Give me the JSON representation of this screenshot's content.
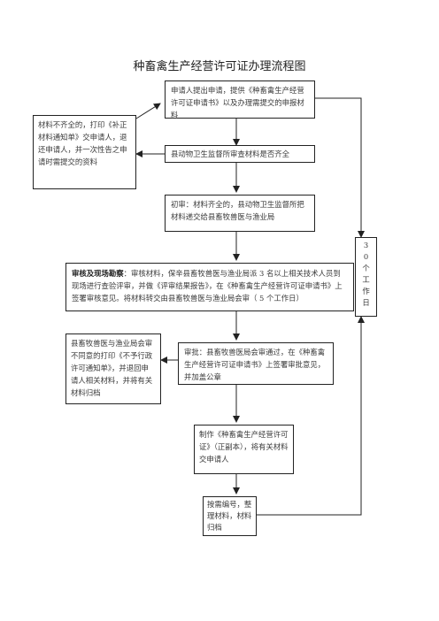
{
  "title": "种畜禽生产经营许可证办理流程图",
  "boxes": {
    "apply": "申请人提出申请，提供《种畜禽生产经营许可证申请书》以及办理需提交的申报材料",
    "incomplete": "材料不齐全的，打印《补正材料通知单》交申请人，退还申请人，并一次性告之申请时需提交的资料",
    "check": "县动物卫生监督所审查材料是否齐全",
    "preliminary": "初审：材料齐全的，县动物卫生监督所把材料递交给县畜牧兽医与渔业局",
    "review_head": "审核及现场勘察",
    "review_body": "：审核材料，保辛县畜牧兽医与渔业局派 3 名以上相关技术人员到现场进行查验评审，并做《评审结果报告》，在《种畜禽生产经营许可证申请书》上签署审核意见。将材料转交由县畜牧兽医与渔业局会审（ 5 个工作日）",
    "reject": "县畜牧兽医与渔业局会审不同意的打印《不予行政许可通知单》，并退回申请人相关材料，并将有关材料归档",
    "approve": "审批：县畜牧兽医局会审通过，在《种畜禽生产经营许可证申请书》上签署审批意见，并加盖公章",
    "make": "制作《种畜禽生产经营许可证》（正副本），将有关材料交申请人",
    "archive": "按需编号，整理材料，材料归档",
    "days": "30个工作日"
  }
}
